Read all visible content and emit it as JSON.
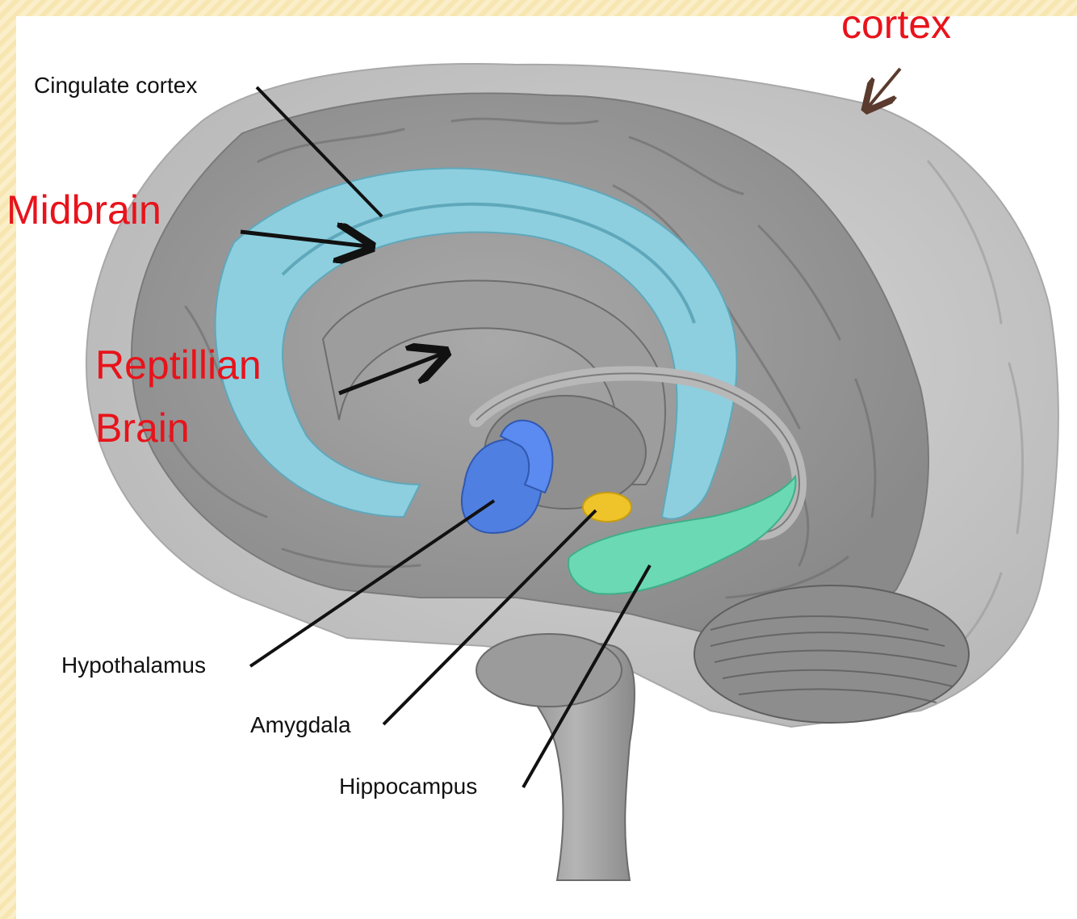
{
  "labels": {
    "cortex": "cortex",
    "cingulate": "Cingulate cortex",
    "midbrain": "Midbrain",
    "reptilian_line1": "Reptillian",
    "reptilian_line2": "Brain",
    "hypothalamus": "Hypothalamus",
    "amygdala": "Amygdala",
    "hippocampus": "Hippocampus"
  },
  "colors": {
    "page_background": "#ffffff",
    "frame_pattern": "#f7e6b2",
    "brain_gray": "#9c9c9c",
    "cortex_outer_gray": "#c9c9c9",
    "cingulate_blue": "#8dcfdf",
    "hypothalamus_blue": "#4f7fe0",
    "amygdala_yellow": "#efc42a",
    "hippocampus_green": "#6cd9b5",
    "red_label": "#e8131b",
    "pointer_black": "#111111"
  }
}
